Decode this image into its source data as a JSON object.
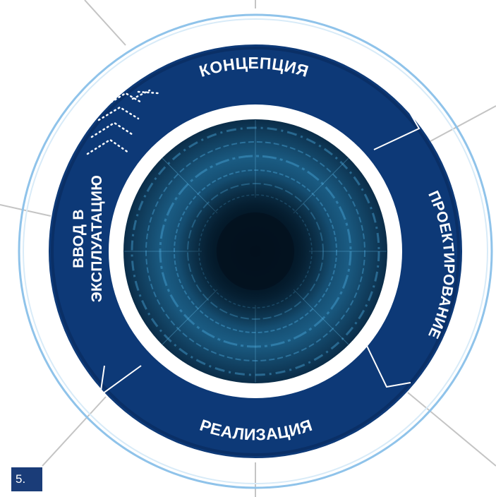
{
  "diagram": {
    "stages": [
      {
        "id": "concept",
        "label": "КОНЦЕПЦИЯ"
      },
      {
        "id": "design",
        "label": "ПРОЕКТИРОВАНИЕ"
      },
      {
        "id": "implementation",
        "label": "РЕАЛИЗАЦИЯ"
      },
      {
        "id": "commissioning",
        "label_line1": "ВВОД В",
        "label_line2": "ЭКСПЛУАТАЦИЮ"
      }
    ],
    "colors": {
      "ring": "#0e3a78",
      "ring_dark": "#0a2f66",
      "accent_line": "#c0c0c0",
      "outer_stroke": "#8fc3ea",
      "center": "#0a2740"
    },
    "center_icon": "digital-tunnel-image"
  },
  "page_number": "5."
}
